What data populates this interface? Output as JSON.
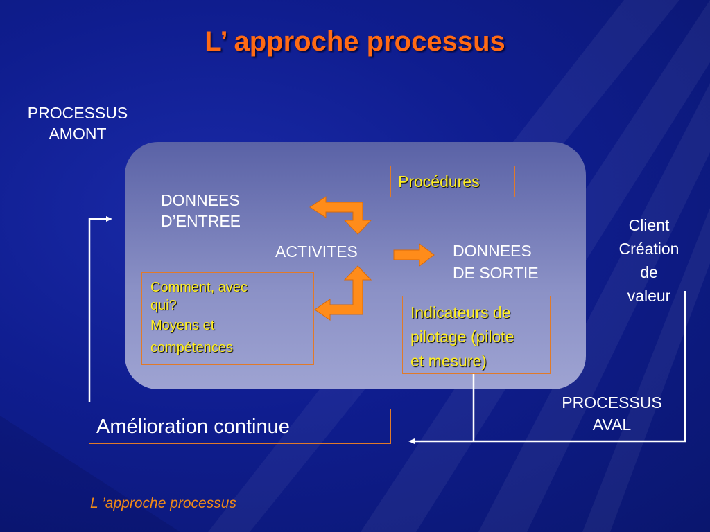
{
  "slide": {
    "title": "L’ approche processus",
    "upstream": {
      "line1": "PROCESSUS",
      "line2": "AMONT"
    },
    "downstream": {
      "line1": "PROCESSUS",
      "line2": "AVAL"
    },
    "client": {
      "line1": "Client",
      "line2": "Création",
      "line3": "de",
      "line4": "valeur"
    },
    "inputs": {
      "line1": "DONNEES",
      "line2": "D’ENTREE"
    },
    "activities": "ACTIVITES",
    "outputs": {
      "line1": "DONNEES",
      "line2": "DE SORTIE"
    },
    "procedures": "Procédures",
    "resources": {
      "line1": "Comment, avec",
      "line2": "qui?",
      "line3": "Moyens et",
      "line4": "compétences"
    },
    "indicators": {
      "line1": "Indicateurs de",
      "line2": "pilotage (pilote",
      "line3": "et mesure)"
    },
    "improvement": "Amélioration continue",
    "caption": "L ’approche processus",
    "colors": {
      "title": "#ff6a14",
      "arrow": "#ff8c1a",
      "box_text": "#ffee22",
      "box_border": "#e07a2a",
      "caption": "#f08a18"
    }
  }
}
